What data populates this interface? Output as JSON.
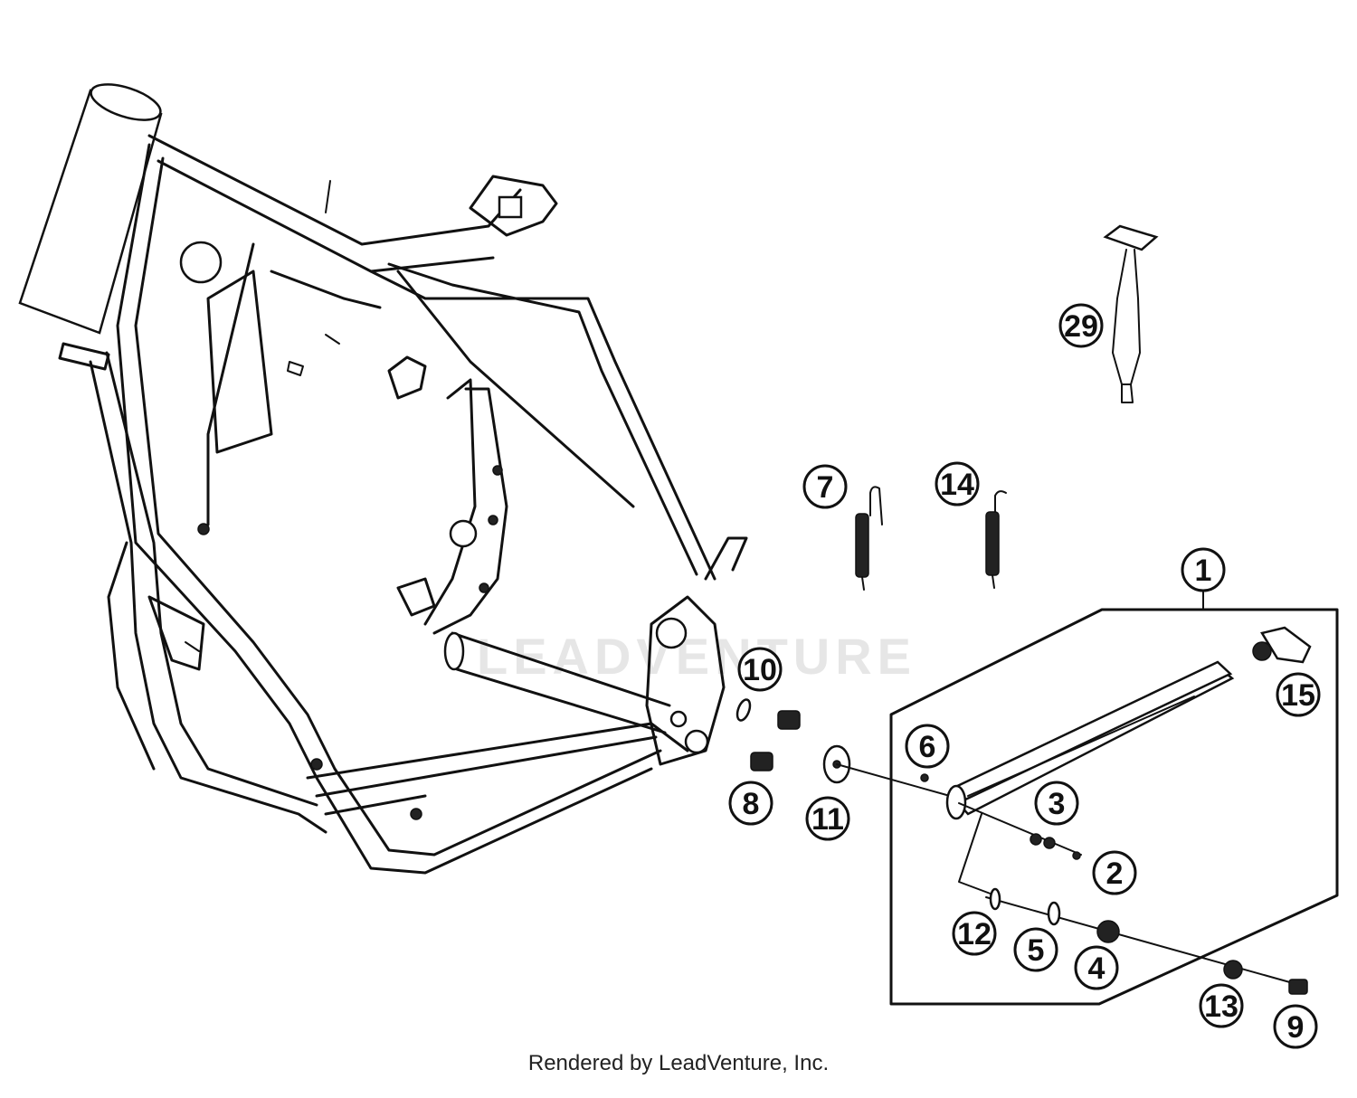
{
  "watermark": "LEADVENTURE",
  "footer": "Rendered by LeadVenture, Inc.",
  "callouts": [
    {
      "label": "1"
    },
    {
      "label": "2"
    },
    {
      "label": "3"
    },
    {
      "label": "4"
    },
    {
      "label": "5"
    },
    {
      "label": "6"
    },
    {
      "label": "7"
    },
    {
      "label": "8"
    },
    {
      "label": "9"
    },
    {
      "label": "10"
    },
    {
      "label": "11"
    },
    {
      "label": "12"
    },
    {
      "label": "13"
    },
    {
      "label": "14"
    },
    {
      "label": "15"
    },
    {
      "label": "29"
    }
  ],
  "colors": {
    "line": "#111111",
    "background": "#ffffff",
    "watermark": "#e6e6e6"
  }
}
